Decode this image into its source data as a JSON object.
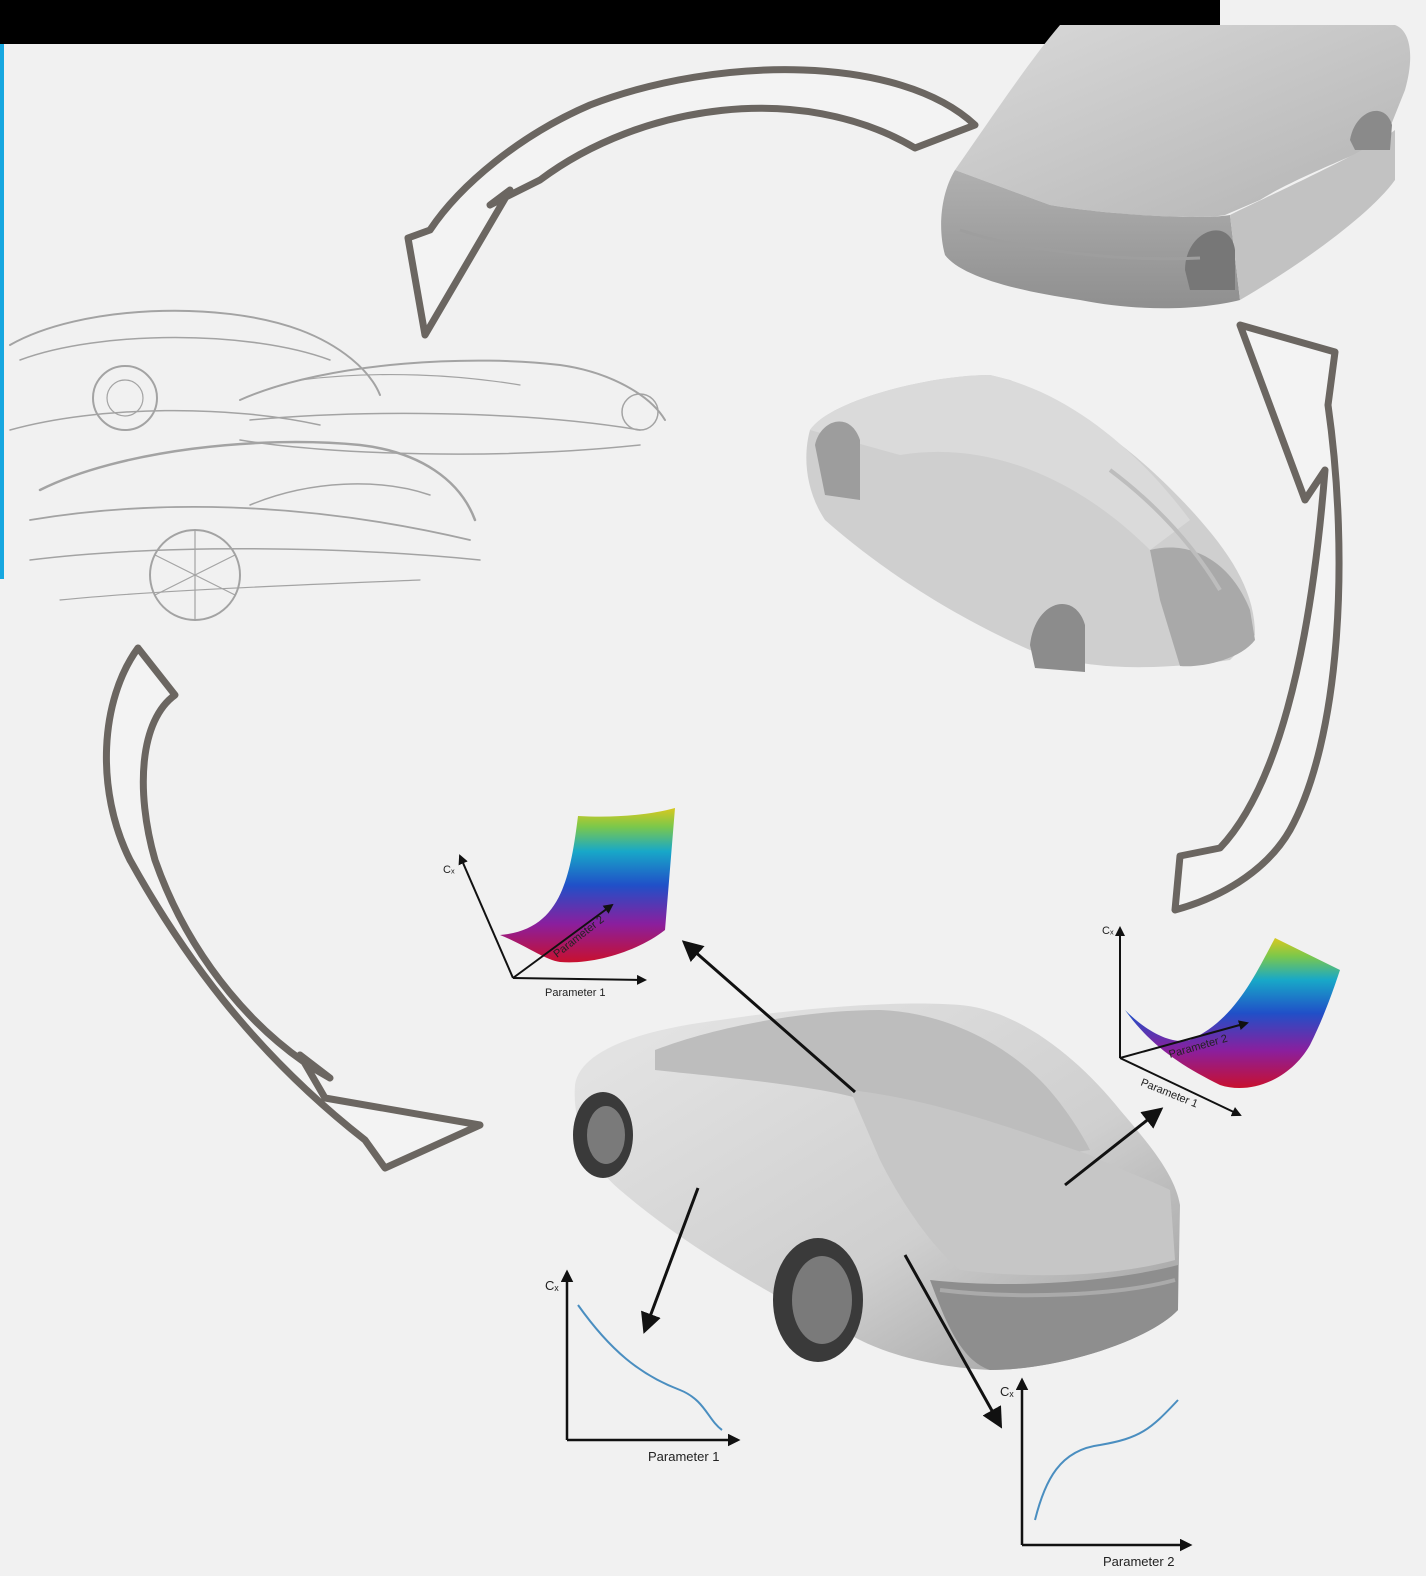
{
  "colors": {
    "background": "#f1f1f1",
    "header_bar": "#000000",
    "accent_stripe": "#17a7e0",
    "cycle_arrow_stroke": "#6b6661",
    "curve": "#4a8ec0"
  },
  "plots": {
    "left_surface": {
      "y_label": "Cₓ",
      "x_label": "Parameter 1",
      "z_label": "Parameter 2"
    },
    "right_surface": {
      "y_label": "Cₓ",
      "x_label": "Parameter 1",
      "z_label": "Parameter 2"
    },
    "curve_parameter_1": {
      "y_label": "Cₓ",
      "x_label": "Parameter 1",
      "trend": "decreasing"
    },
    "curve_parameter_2": {
      "y_label": "Cₓ",
      "x_label": "Parameter 2",
      "trend": "increasing"
    }
  },
  "icons": [
    "sketch-illustration-icon",
    "clay-model-icon",
    "car-render-icon",
    "cycle-arrow-icon",
    "surface-plot-icon"
  ]
}
